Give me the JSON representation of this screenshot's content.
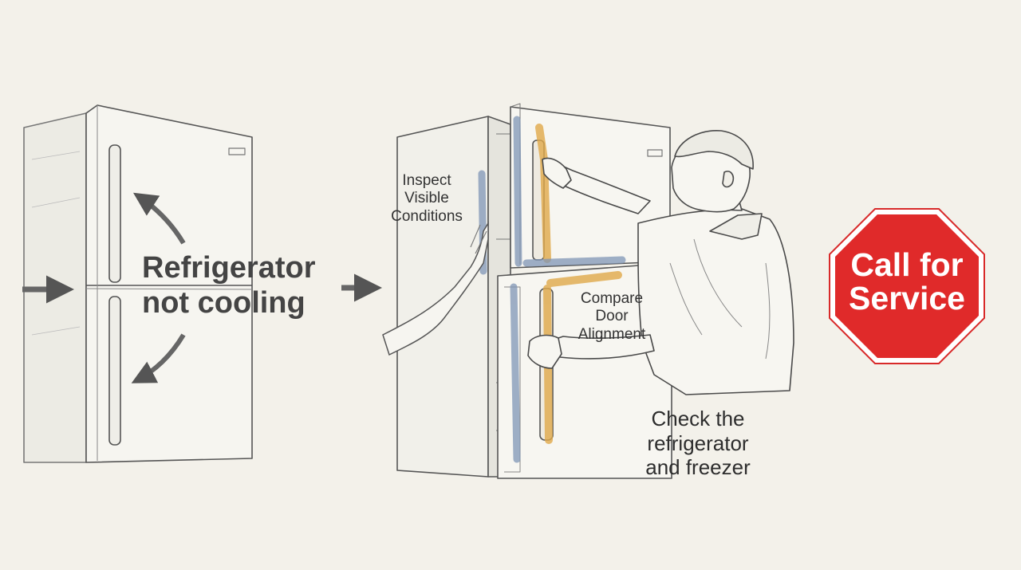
{
  "diagram": {
    "title_line1": "Refrigerator",
    "title_line2": "not cooling",
    "annotation_inspect": [
      "Inspect",
      "Visible",
      "Conditions"
    ],
    "annotation_compare": [
      "Compare",
      "Door",
      "Alignment"
    ],
    "annotation_check": [
      "Check the",
      "refrigerator",
      "and freezer"
    ],
    "stop_sign_line1": "Call for",
    "stop_sign_line2": "Service"
  },
  "colors": {
    "background": "#f3f1ea",
    "sketch_line": "#4a4a4a",
    "highlight_orange": "#e0a94a",
    "highlight_blue": "#7f95b5",
    "stop_red": "#e02a2a",
    "stop_text": "#ffffff"
  }
}
